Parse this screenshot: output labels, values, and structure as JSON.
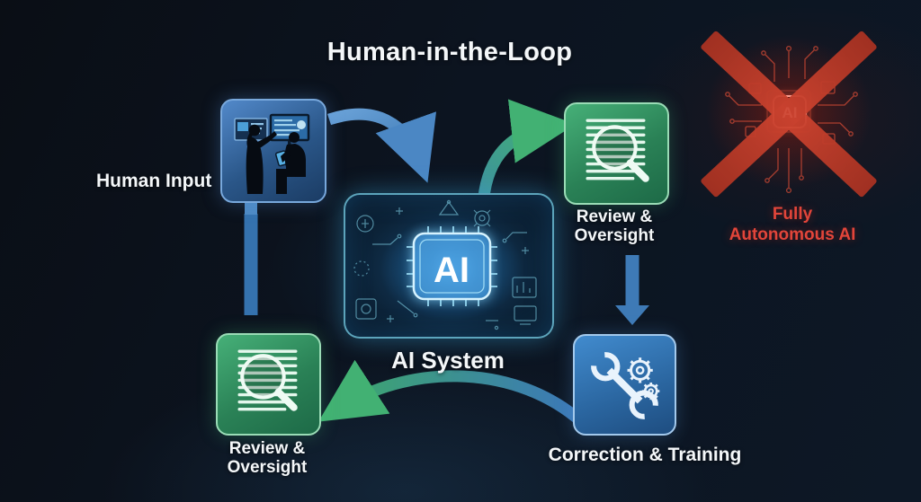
{
  "title": "Human-in-the-Loop",
  "nodes": {
    "human_input": {
      "label": "Human Input"
    },
    "ai_system": {
      "label": "AI System",
      "chip": "AI"
    },
    "review_oversight_top": {
      "line1": "Review &",
      "line2": "Oversight"
    },
    "correction_training": {
      "label": "Correction & Training"
    },
    "review_oversight_bottom": {
      "line1": "Review &",
      "line2": "Oversight"
    },
    "fully_autonomous": {
      "line1": "Fully",
      "line2": "Autonomous AI",
      "chip": "AI"
    }
  },
  "icons": {
    "human_collaboration": "two-people-with-screens",
    "ai_chip": "glowing-ai-processor-circuit",
    "document_review": "document-with-magnifier",
    "wrench_gears": "wrench-and-gears",
    "crossed_out_ai": "red-x-over-ai-chip"
  },
  "colors": {
    "background": "#0c131d",
    "blue_node": "#3b7fc0",
    "green_node": "#2f9463",
    "arrow_blue": "#3e7ab6",
    "arrow_green": "#44b275",
    "ai_glow": "#45b3e8",
    "prohibited_red": "#c23a28",
    "red_text": "#e2453a",
    "text": "#f4f7f9"
  }
}
